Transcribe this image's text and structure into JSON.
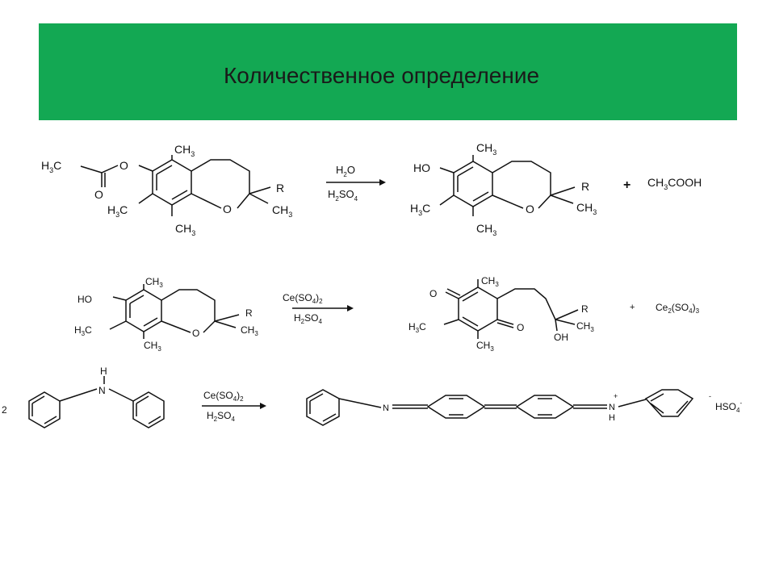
{
  "header": {
    "title": "Количественное определение",
    "bg_color": "#13a853"
  },
  "labels": {
    "h3c": "H",
    "sub3": "3",
    "c": "C",
    "o": "O",
    "ch": "CH",
    "r": "R",
    "ho": "HO",
    "oh": "OH",
    "h2o_h": "H",
    "h2o_2": "2",
    "h2o_o": "O",
    "h2so4_h": "H",
    "h2so4_2": "2",
    "h2so4_so": "SO",
    "h2so4_4": "4",
    "plus": "+",
    "acetic": "CH",
    "acetic_3": "3",
    "acetic_cooh": "COOH",
    "ce_so4": "Ce(SO",
    "ce_4": "4",
    "ce_close": ")",
    "ce_2": "2",
    "ce2": "Ce",
    "ce2_2": "2",
    "ce2_so4": "(SO",
    "ce2_4": "4",
    "ce2_close": ")",
    "ce2_3": "3",
    "nh_h": "H",
    "nh_n": "N",
    "coef_2": "2",
    "n_eq": "N",
    "hso4": "HSO",
    "hso4_4": "4",
    "hso4_minus": "-",
    "plus_dot": "+",
    "minus_dot": "-"
  }
}
